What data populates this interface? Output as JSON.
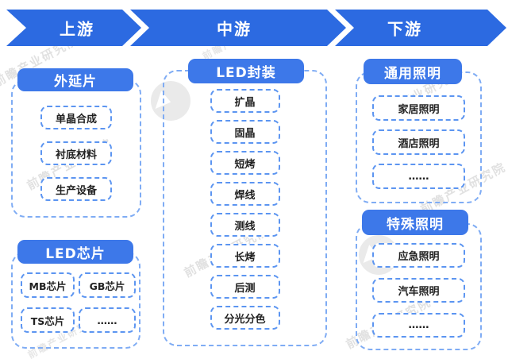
{
  "banner": {
    "segments": [
      {
        "label": "上游"
      },
      {
        "label": "中游"
      },
      {
        "label": "下游"
      }
    ]
  },
  "columns": [
    {
      "name": "upstream",
      "sections": [
        {
          "title": "外延片",
          "items": [
            "单晶合成",
            "衬底材料",
            "生产设备"
          ]
        },
        {
          "title": "LED芯片",
          "items": [
            "MB芯片",
            "GB芯片",
            "TS芯片",
            "……"
          ]
        }
      ]
    },
    {
      "name": "midstream",
      "sections": [
        {
          "title": "LED封装",
          "items": [
            "扩晶",
            "固晶",
            "短烤",
            "焊线",
            "测线",
            "长烤",
            "后测",
            "分光分色"
          ]
        }
      ]
    },
    {
      "name": "downstream",
      "sections": [
        {
          "title": "通用照明",
          "items": [
            "家居照明",
            "酒店照明",
            "……"
          ]
        },
        {
          "title": "特殊照明",
          "items": [
            "应急照明",
            "汽车照明",
            "……"
          ]
        }
      ]
    }
  ],
  "watermark": {
    "text": "前瞻产业研究院"
  },
  "colors": {
    "banner_blue": "#2C6AE1",
    "pill_blue": "#3D78E9",
    "item_dash_blue": "#5C95F1",
    "panel_dash_blue": "#7FACF4",
    "text_dark": "#222222"
  }
}
